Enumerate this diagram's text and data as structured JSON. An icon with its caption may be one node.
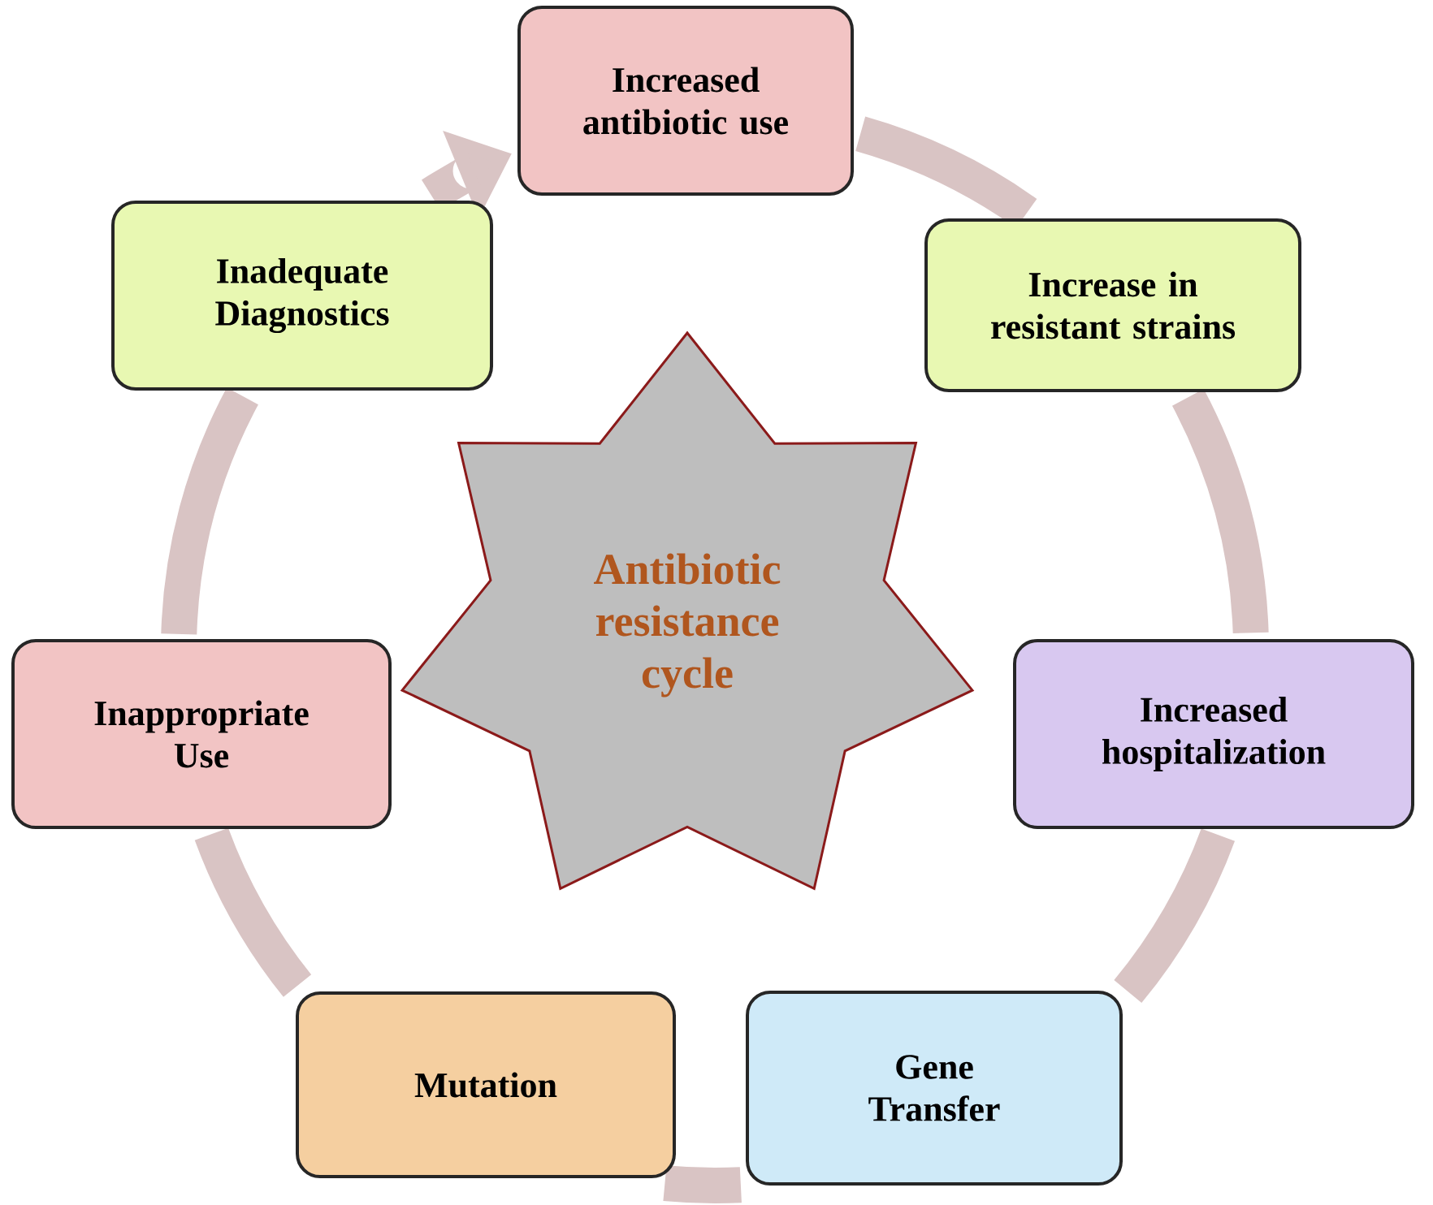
{
  "diagram": {
    "nodes": [
      {
        "text": [
          "Antibiotic resistance cycle"
        ]
      },
      {
        "text": [
          "Increased antibiotic use"
        ]
      },
      {
        "text": [
          "Increase in resistant strains"
        ]
      },
      {
        "text": [
          "Increased hospitalization"
        ]
      },
      {
        "text": [
          "Gene Transfer"
        ]
      },
      {
        "text": [
          "Mutation"
        ]
      },
      {
        "text": [
          "Inappropriate Use"
        ]
      },
      {
        "text": [
          "Inadequate Diagnostics"
        ]
      }
    ],
    "edges": [
      {
        "from": 1,
        "to": 2,
        "arrow": "none"
      },
      {
        "from": 2,
        "to": 3,
        "arrow": "none"
      },
      {
        "from": 3,
        "to": 4,
        "arrow": "none"
      },
      {
        "from": 4,
        "to": 5,
        "arrow": "none"
      },
      {
        "from": 5,
        "to": 6,
        "arrow": "none"
      },
      {
        "from": 6,
        "to": 7,
        "arrow": "none"
      },
      {
        "from": 7,
        "to": 1,
        "arrow": "to"
      }
    ]
  }
}
